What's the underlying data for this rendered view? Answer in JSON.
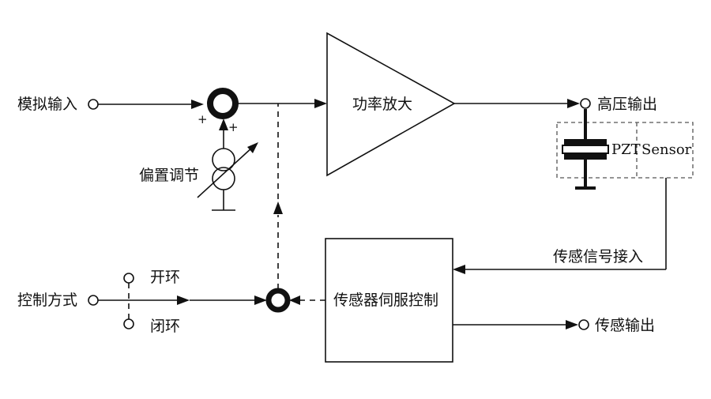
{
  "labels": {
    "analog_input": "模拟输入",
    "bias_adjust": "偏置调节",
    "power_amp": "功率放大",
    "hv_output": "高压输出",
    "pzt": "PZT",
    "sensor": "Sensor",
    "sensor_signal_in": "传感信号接入",
    "control_mode": "控制方式",
    "open_loop": "开环",
    "closed_loop": "闭环",
    "servo_control": "传感器伺服控制",
    "sensor_output": "传感输出",
    "plus_left": "+",
    "plus_right": "+"
  }
}
